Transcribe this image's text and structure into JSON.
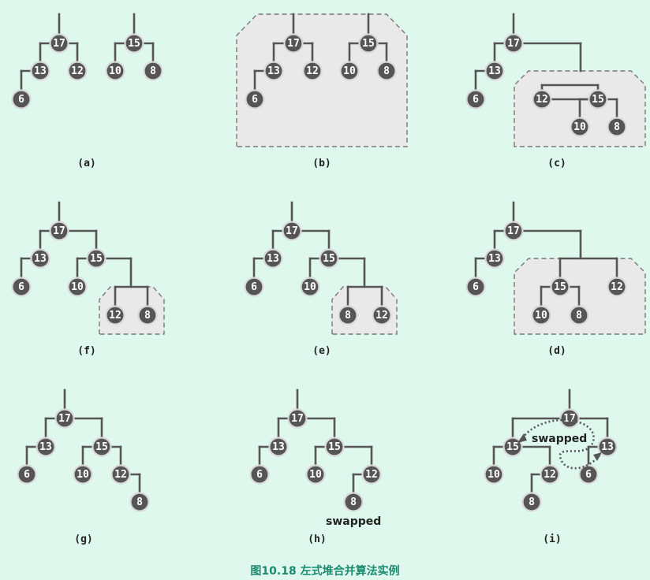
{
  "caption": "图10.18 左式堆合并算法实例",
  "panels": [
    {
      "id": "a",
      "label": "(a)"
    },
    {
      "id": "b",
      "label": "(b)"
    },
    {
      "id": "c",
      "label": "(c)"
    },
    {
      "id": "f",
      "label": "(f)"
    },
    {
      "id": "e",
      "label": "(e)"
    },
    {
      "id": "d",
      "label": "(d)"
    },
    {
      "id": "g",
      "label": "(g)"
    },
    {
      "id": "h",
      "label": "(h)"
    },
    {
      "id": "i",
      "label": "(i)"
    }
  ],
  "annotations": {
    "swapped_h": "swapped",
    "swapped_i": "swapped"
  },
  "nodes": {
    "a": [
      "17",
      "13",
      "12",
      "6",
      "15",
      "10",
      "8"
    ],
    "b": [
      "17",
      "13",
      "12",
      "6",
      "15",
      "10",
      "8"
    ],
    "c": [
      "17",
      "13",
      "6",
      "12",
      "15",
      "10",
      "8"
    ],
    "f": [
      "17",
      "13",
      "6",
      "15",
      "10",
      "12",
      "8"
    ],
    "e": [
      "17",
      "13",
      "6",
      "15",
      "10",
      "8",
      "12"
    ],
    "d": [
      "17",
      "13",
      "6",
      "15",
      "10",
      "8",
      "12"
    ],
    "g": [
      "17",
      "13",
      "6",
      "15",
      "10",
      "12",
      "8"
    ],
    "h": [
      "17",
      "13",
      "6",
      "15",
      "10",
      "12",
      "8"
    ],
    "i": [
      "17",
      "15",
      "10",
      "12",
      "8",
      "13",
      "6"
    ]
  },
  "colors": {
    "background": "#dff8ee",
    "node": "#555555",
    "edge": "#555555",
    "box": "#e9e9e9",
    "caption": "#1a8a6f"
  }
}
